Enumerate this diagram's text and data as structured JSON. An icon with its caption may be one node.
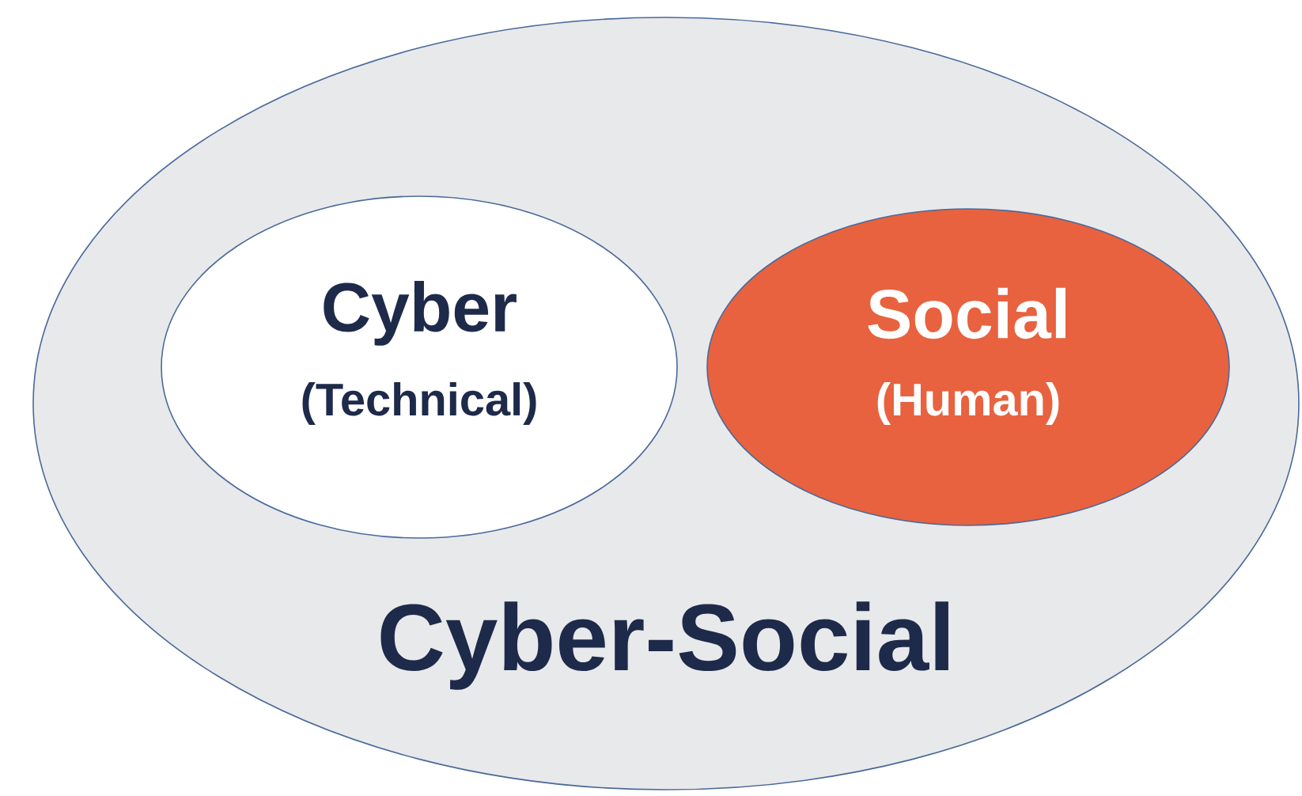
{
  "diagram": {
    "nodes": [
      {
        "text": [
          "Cyber-Social"
        ]
      },
      {
        "text": [
          "Cyber",
          "(Technical)"
        ],
        "in": 0
      },
      {
        "text": [
          "Social",
          "(Human)"
        ],
        "in": 0
      }
    ]
  }
}
